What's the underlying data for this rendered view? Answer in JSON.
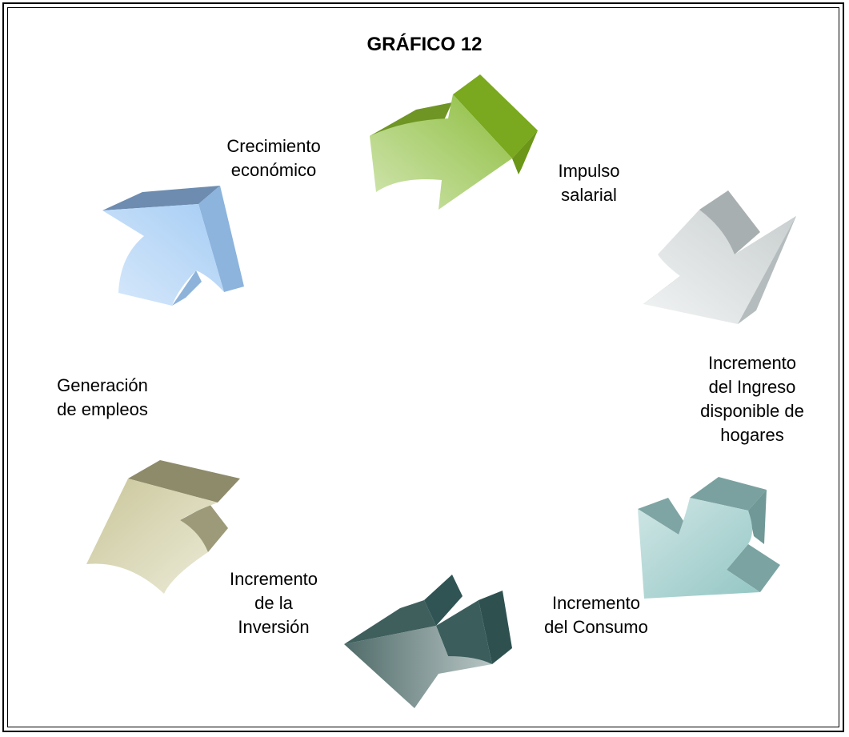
{
  "title": "GRÁFICO 12",
  "steps": [
    {
      "lines": [
        "Impulso",
        "salarial"
      ],
      "color": "#9bc95c"
    },
    {
      "lines": [
        "Incremento",
        "del Ingreso",
        "disponible de",
        "hogares"
      ],
      "color": "#d4dbdc"
    },
    {
      "lines": [
        "Incremento",
        "del Consumo"
      ],
      "color": "#a3cfce"
    },
    {
      "lines": [
        "Incremento",
        "de la",
        "Inversión"
      ],
      "color": "#6a8a88"
    },
    {
      "lines": [
        "Generación",
        "de empleos"
      ],
      "color": "#d3d0a8"
    },
    {
      "lines": [
        "Crecimiento",
        "económico"
      ],
      "color": "#9cc3ee"
    }
  ]
}
